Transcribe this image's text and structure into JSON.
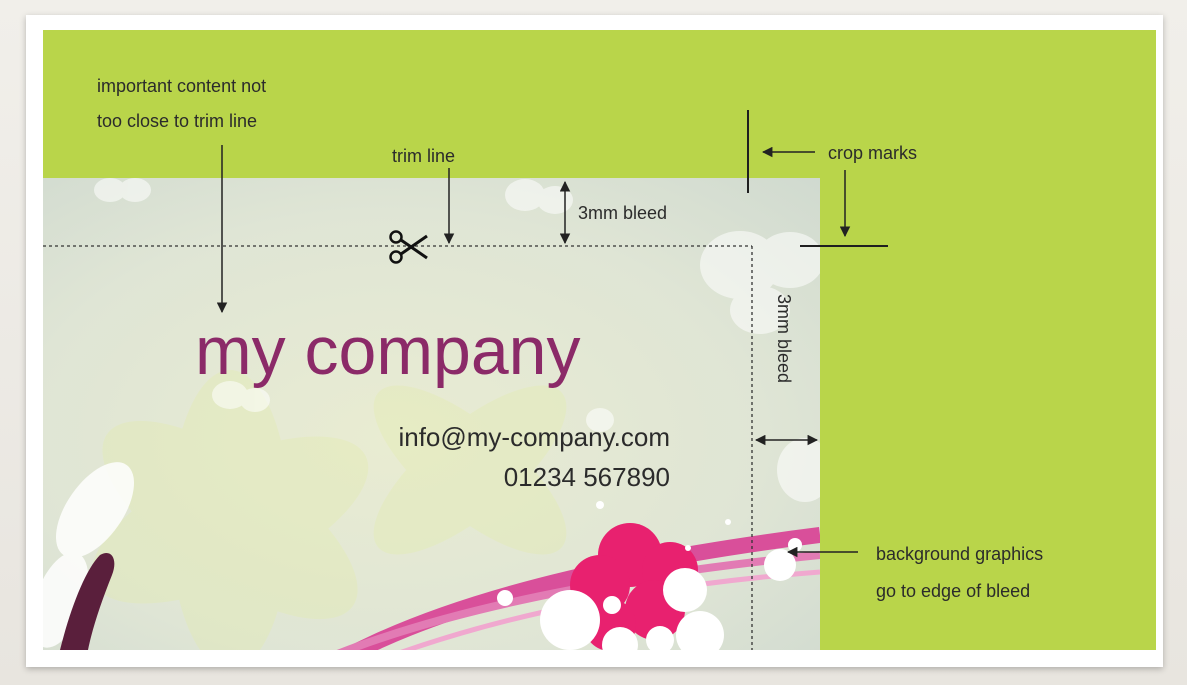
{
  "annotations": {
    "important_content_line1": "important content not",
    "important_content_line2": "too close to trim line",
    "trim_line": "trim line",
    "crop_marks": "crop marks",
    "bleed_top": "3mm bleed",
    "bleed_right": "3mm bleed",
    "background_line1": "background graphics",
    "background_line2": "go to edge of bleed"
  },
  "card": {
    "company_name": "my company",
    "email": "info@my-company.com",
    "phone": "01234 567890"
  },
  "icons": {
    "scissors": "scissors-icon"
  },
  "colors": {
    "background_green": "#b9d54a",
    "card_pale": "#dde3d4",
    "company_purple": "#8b2a68",
    "flower_pink": "#e8216f",
    "arc_pink": "#d94f9a",
    "stem_dark": "#5a1f3c",
    "annotation_text": "#2b2b2b"
  }
}
